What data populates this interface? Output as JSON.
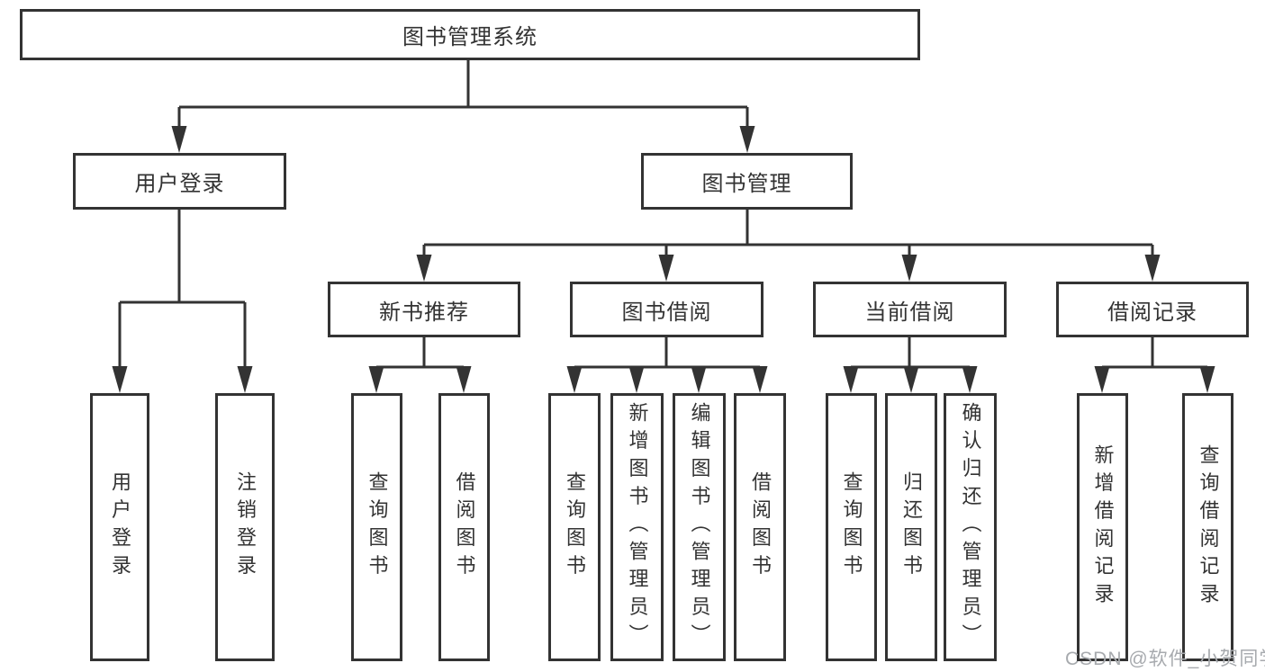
{
  "diagram": {
    "root": {
      "label": "图书管理系统"
    },
    "branches": [
      {
        "label": "用户登录",
        "children": [
          {
            "label": "用户登录"
          },
          {
            "label": "注销登录"
          }
        ]
      },
      {
        "label": "图书管理",
        "children": [
          {
            "label": "新书推荐",
            "children": [
              {
                "label": "查询图书"
              },
              {
                "label": "借阅图书"
              }
            ]
          },
          {
            "label": "图书借阅",
            "children": [
              {
                "label": "查询图书"
              },
              {
                "label": "新增图书（管理员）"
              },
              {
                "label": "编辑图书（管理员）"
              },
              {
                "label": "借阅图书"
              }
            ]
          },
          {
            "label": "当前借阅",
            "children": [
              {
                "label": "查询图书"
              },
              {
                "label": "归还图书"
              },
              {
                "label": "确认归还（管理员）"
              }
            ]
          },
          {
            "label": "借阅记录",
            "children": [
              {
                "label": "新增借阅记录"
              },
              {
                "label": "查询借阅记录"
              }
            ]
          }
        ]
      }
    ],
    "watermark": "CSDN @软件_小贺同学",
    "colors": {
      "line": "#333333",
      "box_border": "#333333",
      "text": "#333333",
      "watermark": "#a7aaae",
      "background": "#ffffff"
    }
  }
}
